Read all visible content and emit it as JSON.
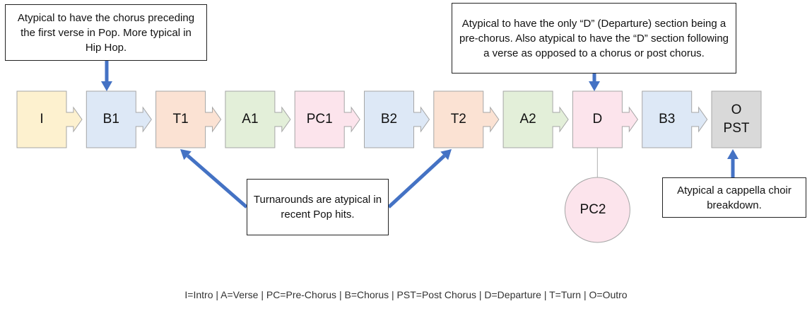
{
  "sections": [
    {
      "label": "I",
      "fill": "#fdf1cf"
    },
    {
      "label": "B1",
      "fill": "#dde8f6"
    },
    {
      "label": "T1",
      "fill": "#fbe2d3"
    },
    {
      "label": "A1",
      "fill": "#e3efd9"
    },
    {
      "label": "PC1",
      "fill": "#fce4ec"
    },
    {
      "label": "B2",
      "fill": "#dde8f6"
    },
    {
      "label": "T2",
      "fill": "#fbe2d3"
    },
    {
      "label": "A2",
      "fill": "#e3efd9"
    },
    {
      "label": "D",
      "fill": "#fce4ec"
    },
    {
      "label": "B3",
      "fill": "#dde8f6"
    },
    {
      "label": "O\nPST",
      "fill": "#d9d9d9"
    }
  ],
  "branch": {
    "label": "PC2",
    "fill": "#fce4ec"
  },
  "callouts": {
    "chorus": "Atypical to have the chorus preceding the first verse in Pop. More typical in Hip Hop.",
    "departure": "Atypical to have the only “D” (Departure) section being a pre-chorus. Also atypical to have the “D” section following a verse as opposed to a chorus or post chorus.",
    "turnarounds": "Turnarounds are atypical in recent Pop hits.",
    "choir": "Atypical a cappella choir breakdown."
  },
  "legend": "I=Intro | A=Verse | PC=Pre-Chorus | B=Chorus | PST=Post Chorus | D=Departure | T=Turn | O=Outro",
  "colors": {
    "arrow": "#4472c4",
    "box_border": "#a6a6a6",
    "callout_border": "#222222"
  }
}
